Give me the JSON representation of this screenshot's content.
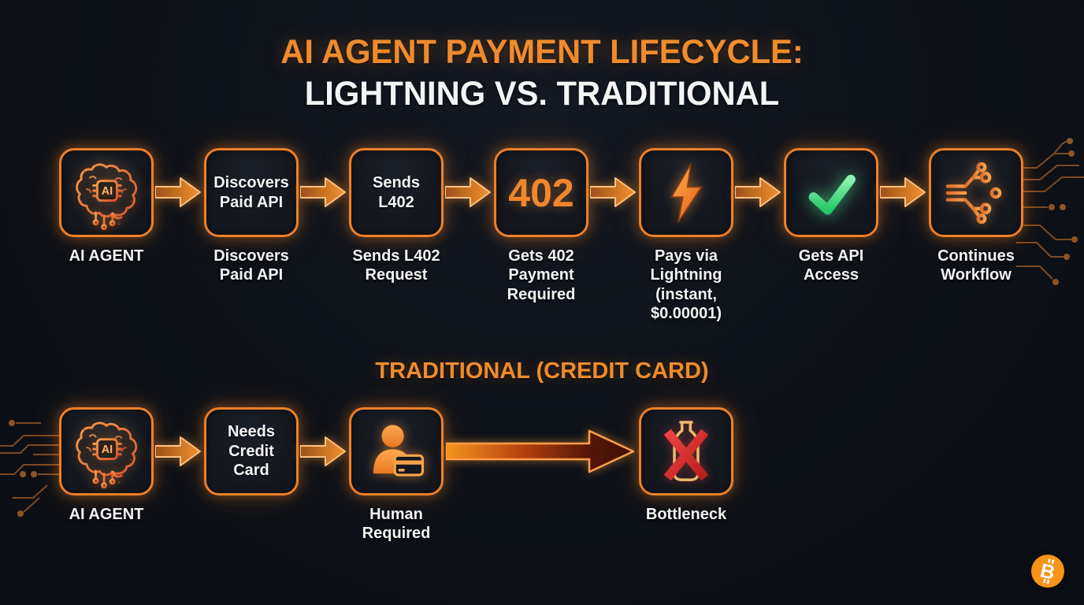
{
  "title": {
    "line1": "AI AGENT PAYMENT LIFECYCLE:",
    "line2": "LIGHTNING VS. TRADITIONAL"
  },
  "lightning_flow": {
    "steps": [
      {
        "icon": "ai-brain-icon",
        "box_text": "",
        "label": "AI AGENT"
      },
      {
        "icon": "",
        "box_text": "Discovers Paid API",
        "label": "Discovers Paid API"
      },
      {
        "icon": "",
        "box_text": "Sends L402",
        "label": "Sends L402 Request"
      },
      {
        "icon": "",
        "box_text": "402",
        "label": "Gets 402 Payment Required"
      },
      {
        "icon": "lightning-bolt-icon",
        "box_text": "",
        "label": "Pays via Lightning (instant, $0.00001)"
      },
      {
        "icon": "checkmark-icon",
        "box_text": "",
        "label": "Gets API Access"
      },
      {
        "icon": "circuit-branch-icon",
        "box_text": "",
        "label": "Continues Workflow"
      }
    ]
  },
  "traditional_flow": {
    "header": "TRADITIONAL (CREDIT CARD)",
    "steps": [
      {
        "icon": "ai-brain-icon",
        "box_text": "",
        "label": "AI AGENT"
      },
      {
        "icon": "",
        "box_text": "Needs Credit Card",
        "label": ""
      },
      {
        "icon": "human-credit-card-icon",
        "box_text": "",
        "label": "Human Required"
      },
      {
        "icon": "bottleneck-icon",
        "box_text": "",
        "label": "Bottleneck"
      }
    ]
  },
  "branding": {
    "logo": "bitcoin-icon"
  },
  "colors": {
    "background": "#0e1219",
    "accent_orange": "#ef8b2d",
    "box_border": "#ef7f28",
    "text_white": "#f4f4f5",
    "success_green": "#3ddc84",
    "error_red": "#d92b2b",
    "bitcoin_orange": "#f7931a"
  }
}
